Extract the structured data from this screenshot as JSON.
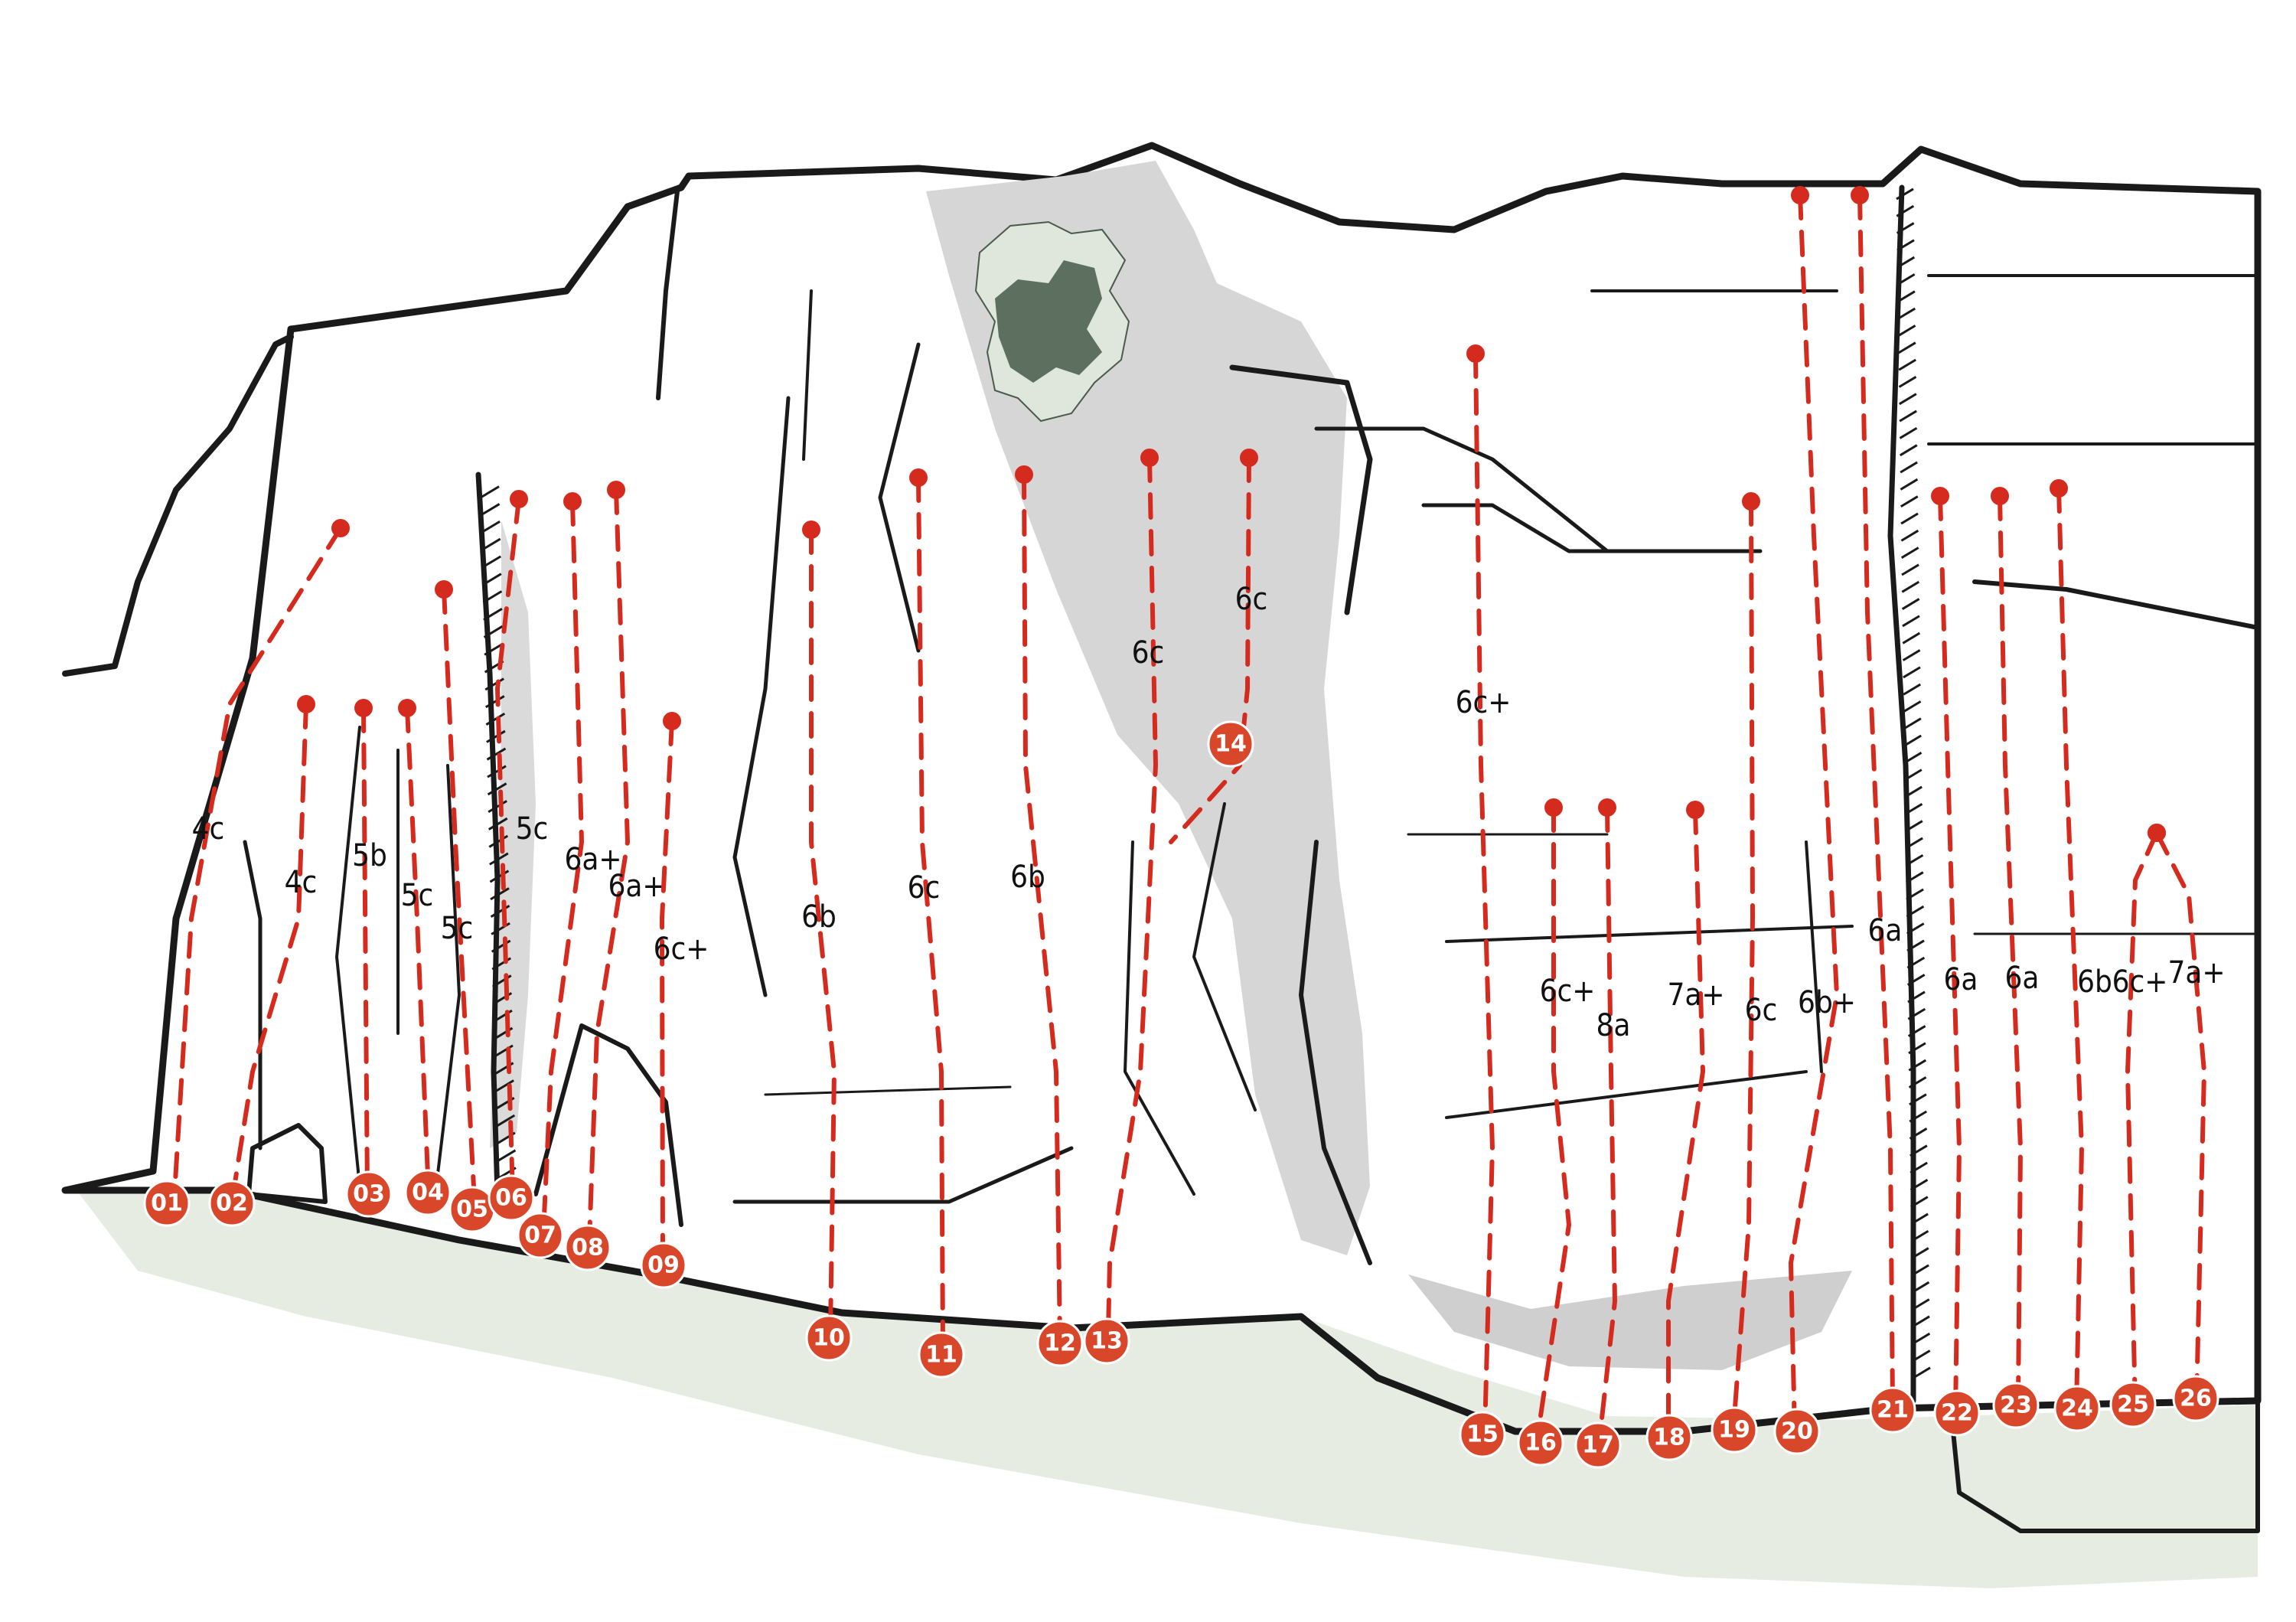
{
  "colors": {
    "route": "#d52b1e",
    "badge": "#d9472b",
    "badge_ring": "#ffffff",
    "ground": "#e7ece3",
    "shade": "#d6d6d6",
    "lichen_dark": "#5d7060",
    "lichen_light": "#dfe6dc"
  },
  "routes": [
    {
      "num": "01",
      "grade": "4c"
    },
    {
      "num": "02",
      "grade": "4c"
    },
    {
      "num": "03",
      "grade": "5b"
    },
    {
      "num": "04",
      "grade": "5c"
    },
    {
      "num": "05",
      "grade": "5c"
    },
    {
      "num": "06",
      "grade": "5c"
    },
    {
      "num": "07",
      "grade": "6a+"
    },
    {
      "num": "08",
      "grade": "6a+"
    },
    {
      "num": "09",
      "grade": "6c+"
    },
    {
      "num": "10",
      "grade": "6b"
    },
    {
      "num": "11",
      "grade": "6c"
    },
    {
      "num": "12",
      "grade": "6b"
    },
    {
      "num": "13",
      "grade": "6c"
    },
    {
      "num": "14",
      "grade": "6c"
    },
    {
      "num": "15",
      "grade": "6c+"
    },
    {
      "num": "16",
      "grade": "6c+"
    },
    {
      "num": "17",
      "grade": "8a"
    },
    {
      "num": "18",
      "grade": "7a+"
    },
    {
      "num": "19",
      "grade": "6c"
    },
    {
      "num": "20",
      "grade": "6b+"
    },
    {
      "num": "21",
      "grade": "6a"
    },
    {
      "num": "22",
      "grade": "6a"
    },
    {
      "num": "23",
      "grade": "6a"
    },
    {
      "num": "24",
      "grade": "6b"
    },
    {
      "num": "25",
      "grade": "6c+"
    },
    {
      "num": "26",
      "grade": "7a+"
    }
  ]
}
